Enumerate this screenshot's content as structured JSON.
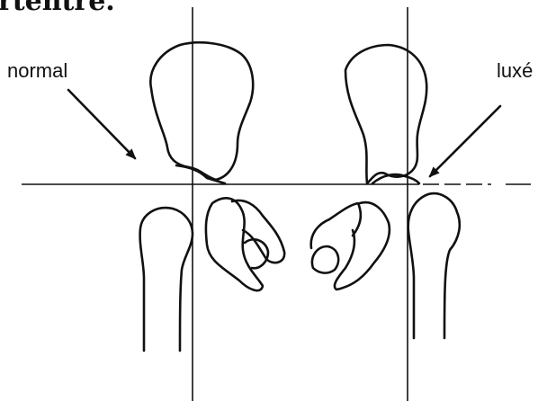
{
  "caption_fragment": "rtentre.",
  "labels": {
    "normal": "normal",
    "luxe": "luxé"
  },
  "colors": {
    "ink": "#111111",
    "background": "#ffffff"
  }
}
